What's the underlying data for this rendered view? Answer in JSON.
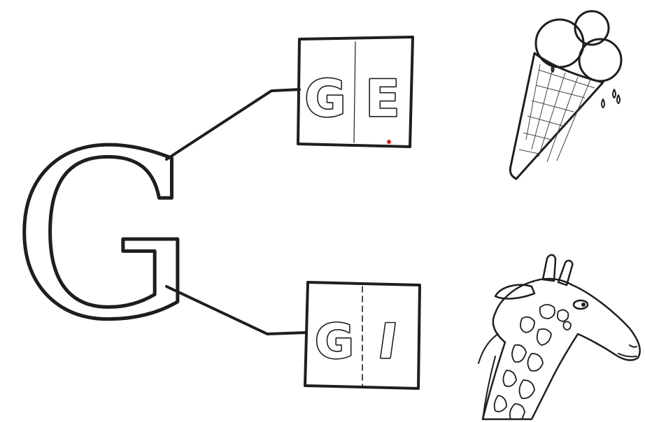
{
  "main_letter": "G",
  "syllables": [
    {
      "first": "G",
      "second": "E",
      "divider": "solid",
      "picture": "ice-cream-cone-icon"
    },
    {
      "first": "G",
      "second": "I",
      "divider": "dashed",
      "picture": "giraffe-icon"
    }
  ],
  "colors": {
    "ink": "#1e1e1e",
    "paper": "#ffffff",
    "dot": "#d42020"
  }
}
